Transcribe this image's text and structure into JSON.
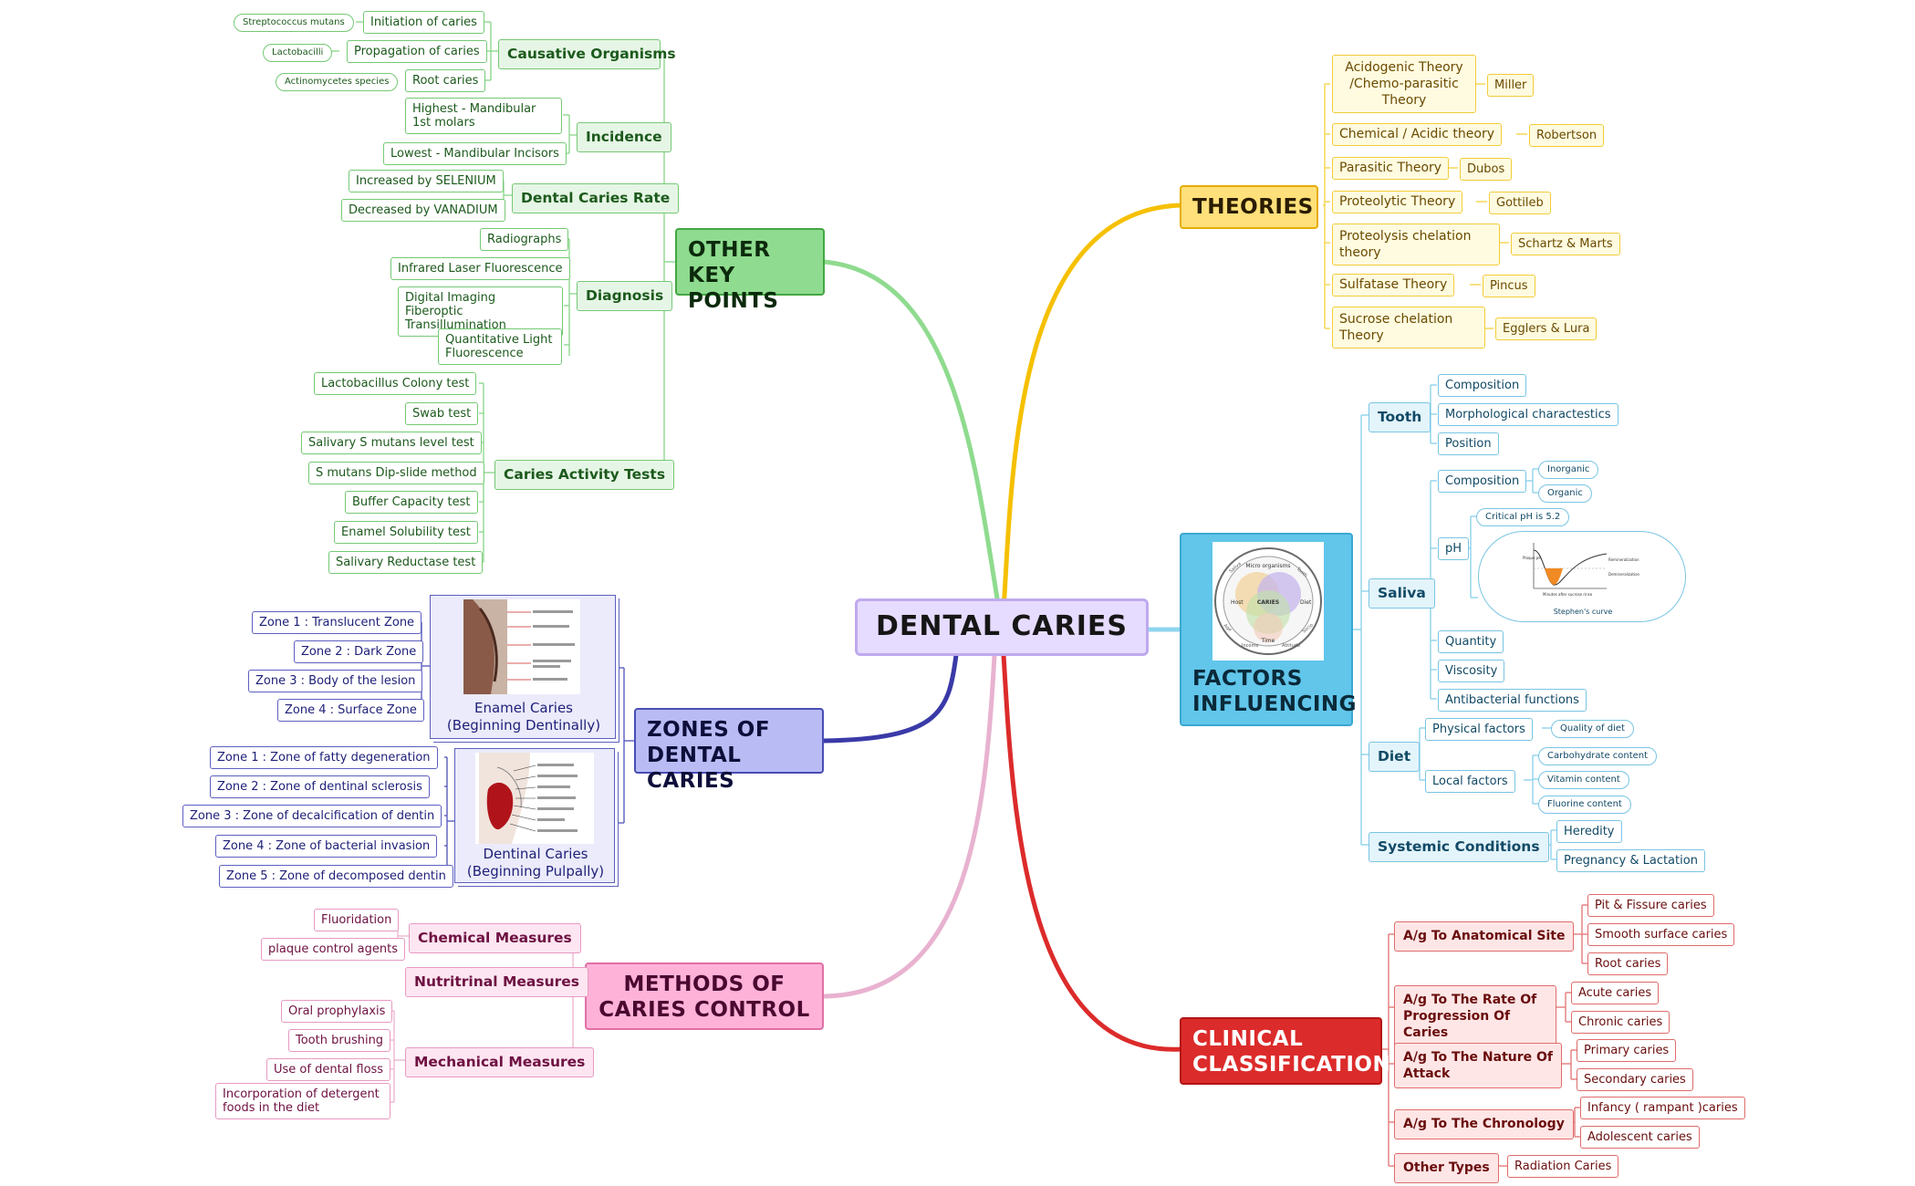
{
  "center": "DENTAL CARIES",
  "theories": {
    "title": "THEORIES",
    "items": [
      {
        "name": "Acidogenic Theory /Chemo-parasitic Theory",
        "author": "Miller"
      },
      {
        "name": "Chemical / Acidic theory",
        "author": "Robertson"
      },
      {
        "name": "Parasitic Theory",
        "author": "Dubos"
      },
      {
        "name": "Proteolytic Theory",
        "author": "Gottileb"
      },
      {
        "name": "Proteolysis chelation theory",
        "author": "Schartz & Marts"
      },
      {
        "name": "Sulfatase Theory",
        "author": "Pincus"
      },
      {
        "name": "Sucrose chelation Theory",
        "author": "Egglers & Lura"
      }
    ]
  },
  "factors": {
    "title": "FACTORS INFLUENCING",
    "venn": {
      "top": "Micro organisms",
      "left": "Host",
      "center": "CARIES",
      "right": "Diet",
      "bottom": "Time",
      "ring": [
        "Saliva",
        "Tooth",
        "Age",
        "Socio",
        "Income",
        "Attitude"
      ]
    },
    "tooth": {
      "label": "Tooth",
      "items": [
        "Composition",
        "Morphological charactestics",
        "Position"
      ]
    },
    "saliva": {
      "label": "Saliva",
      "composition": {
        "label": "Composition",
        "items": [
          "Inorganic",
          "Organic"
        ]
      },
      "ph": {
        "label": "pH",
        "note": "Critical pH is 5.2",
        "curve_caption": "Stephen's curve",
        "curve_labels": [
          "Plaque pH",
          "Remineralization",
          "Demineralization",
          "Minutes after sucrose rinse"
        ]
      },
      "others": [
        "Quantity",
        "Viscosity",
        "Antibacterial functions"
      ]
    },
    "diet": {
      "label": "Diet",
      "physical": {
        "label": "Physical factors",
        "items": [
          "Quality of diet"
        ]
      },
      "local": {
        "label": "Local factors",
        "items": [
          "Carbohydrate content",
          "Vitamin content",
          "Fluorine content"
        ]
      }
    },
    "systemic": {
      "label": "Systemic Conditions",
      "items": [
        "Heredity",
        "Pregnancy & Lactation"
      ]
    }
  },
  "clinical": {
    "title": "CLINICAL CLASSIFICATION",
    "groups": [
      {
        "label": "A/g  To Anatomical Site",
        "items": [
          "Pit & Fissure caries",
          "Smooth surface caries",
          "Root caries"
        ]
      },
      {
        "label": "A/g To The Rate Of Progression Of Caries",
        "items": [
          "Acute caries",
          "Chronic caries"
        ]
      },
      {
        "label": "A/g To The Nature Of Attack",
        "items": [
          "Primary caries",
          "Secondary caries"
        ]
      },
      {
        "label": "A/g To The Chronology",
        "items": [
          "Infancy ( rampant )caries",
          "Adolescent caries"
        ]
      },
      {
        "label": "Other Types",
        "items": [
          "Radiation Caries"
        ]
      }
    ]
  },
  "other": {
    "title": "OTHER KEY POINTS",
    "organisms": {
      "label": "Causative Organisms",
      "items": [
        {
          "stage": "Initiation of caries",
          "organism": "Streptococcus mutans"
        },
        {
          "stage": "Propagation of caries",
          "organism": "Lactobacilli"
        },
        {
          "stage": "Root caries",
          "organism": "Actinomycetes species"
        }
      ]
    },
    "incidence": {
      "label": "Incidence",
      "items": [
        "Highest - Mandibular 1st molars",
        "Lowest - Mandibular Incisors"
      ]
    },
    "rate": {
      "label": "Dental Caries Rate",
      "items": [
        "Increased by SELENIUM",
        "Decreased by VANADIUM"
      ]
    },
    "diagnosis": {
      "label": "Diagnosis",
      "items": [
        "Radiographs",
        "Infrared Laser Fluorescence",
        "Digital Imaging Fiberoptic Transillumination",
        "Quantitative Light Fluorescence"
      ]
    },
    "tests": {
      "label": "Caries Activity Tests",
      "items": [
        "Lactobacillus Colony test",
        "Swab test",
        "Salivary S mutans level test",
        "S mutans Dip-slide method",
        "Buffer Capacity test",
        "Enamel Solubility test",
        "Salivary Reductase test"
      ]
    }
  },
  "zones": {
    "title": "ZONES OF DENTAL CARIES",
    "enamel": {
      "label": "Enamel Caries (Beginning Dentinally)",
      "items": [
        "Zone 1 : Translucent Zone",
        "Zone 2 : Dark Zone",
        "Zone 3 : Body of the lesion",
        "Zone 4 : Surface Zone"
      ]
    },
    "dentinal": {
      "label": "Dentinal Caries (Beginning Pulpally)",
      "items": [
        "Zone 1 : Zone of fatty degeneration",
        "Zone 2 : Zone of dentinal sclerosis",
        "Zone 3 : Zone of decalcification of dentin",
        "Zone 4 : Zone of bacterial invasion",
        "Zone 5 : Zone of decomposed dentin"
      ]
    }
  },
  "methods": {
    "title": "METHODS OF CARIES CONTROL",
    "chemical": {
      "label": "Chemical Measures",
      "items": [
        "Fluoridation",
        "plaque control agents"
      ]
    },
    "nutritional": {
      "label": "Nutritrinal Measures"
    },
    "mechanical": {
      "label": "Mechanical Measures",
      "items": [
        "Oral prophylaxis",
        "Tooth brushing",
        "Use of dental floss",
        "Incorporation of detergent foods in the diet"
      ]
    }
  },
  "colors": {
    "other": "#75c975",
    "theories": "#f2b705",
    "factors": "#6fc8e6",
    "clinical": "#dc2b2b",
    "zones": "#3a3aa8",
    "methods": "#e79ac2"
  }
}
